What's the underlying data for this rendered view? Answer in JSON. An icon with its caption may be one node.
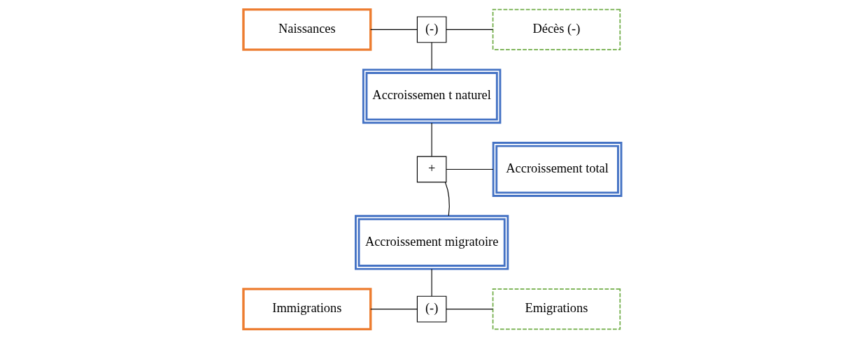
{
  "diagram": {
    "nodes": [
      {
        "text": [
          "Naissances"
        ]
      },
      {
        "text": [
          "(-)"
        ]
      },
      {
        "text": [
          "Décès (-)"
        ]
      },
      {
        "text": [
          "Accroissemen t naturel"
        ]
      },
      {
        "text": [
          "+"
        ]
      },
      {
        "text": [
          "Accroissement total"
        ]
      },
      {
        "text": [
          "Accroissement migratoire"
        ]
      },
      {
        "text": [
          "Immigrations"
        ]
      },
      {
        "text": [
          "(-)"
        ]
      },
      {
        "text": [
          "Emigrations"
        ]
      }
    ],
    "edges": [
      {
        "from": 0,
        "to": 1,
        "arrow": "none"
      },
      {
        "from": 1,
        "to": 2,
        "arrow": "none"
      },
      {
        "from": 1,
        "to": 3,
        "arrow": "none"
      },
      {
        "from": 3,
        "to": 4,
        "arrow": "none"
      },
      {
        "from": 6,
        "to": 4,
        "arrow": "none"
      },
      {
        "from": 4,
        "to": 5,
        "arrow": "none"
      },
      {
        "from": 6,
        "to": 8,
        "arrow": "none"
      },
      {
        "from": 7,
        "to": 8,
        "arrow": "none"
      },
      {
        "from": 8,
        "to": 9,
        "arrow": "none"
      }
    ]
  }
}
